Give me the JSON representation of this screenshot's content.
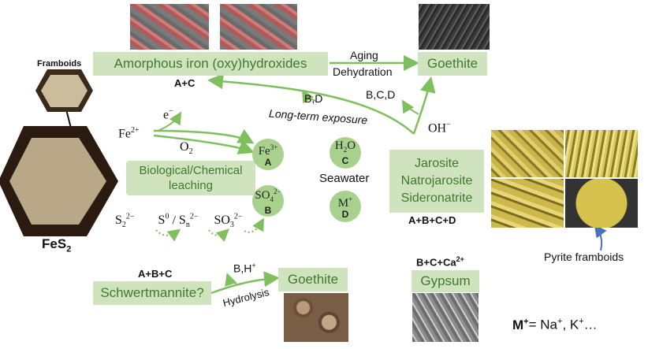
{
  "framboids_label": "Framboids",
  "fes2_label": "FeS",
  "fes2_sub": "2",
  "amorphous": {
    "label": "Amorphous iron (oxy)hydroxides",
    "tag": "A+C"
  },
  "aging": {
    "line1": "Aging",
    "line2": "Dehydration"
  },
  "goethite_top": {
    "label": "Goethite"
  },
  "bd_label": "B,D",
  "bcd_label": "B,C,D",
  "long_term": "Long-term exposure",
  "oh_label": "OH",
  "oh_sup": "−",
  "fe2_label": "Fe",
  "fe2_sup": "2+",
  "e_label": "e",
  "e_sup": "−",
  "o2_label": "O",
  "o2_sub": "2",
  "leaching": "Biological/Chemical leaching",
  "circles": {
    "A": {
      "sym": "Fe",
      "sup": "3+",
      "letter": "A"
    },
    "B": {
      "sym": "SO",
      "sub": "4",
      "sup": "2−",
      "letter": "B"
    },
    "C": {
      "sym": "H",
      "sub": "2",
      "sym2": "O",
      "letter": "C"
    },
    "D": {
      "sym": "M",
      "sup": "+",
      "letter": "D"
    }
  },
  "seawater": "Seawater",
  "jarosite": {
    "line1": "Jarosite",
    "line2": "Natrojarosite",
    "line3": "Sideronatrite",
    "tag": "A+B+C+D"
  },
  "sulfur_chain": {
    "s2": "S",
    "s2_sub": "2",
    "s2_sup": "2−",
    "s0": "S",
    "s0_sup": "0",
    "slash": "/",
    "sn": "S",
    "sn_sub": "n",
    "sn_sup": "2−",
    "so3": "SO",
    "so3_sub": "3",
    "so3_sup": "2−"
  },
  "schwertmannite": {
    "label": "Schwertmannite?",
    "tag": "A+B+C"
  },
  "bh_label": "B,H",
  "bh_sup": "+",
  "hydrolysis": "Hydrolysis",
  "goethite_bottom": {
    "label": "Goethite"
  },
  "gypsum": {
    "label": "Gypsum",
    "tag": "B+C+Ca",
    "tag_sup": "2+"
  },
  "pyrite_framboids": "Pyrite framboids",
  "mplus": {
    "m": "M",
    "msup": "+",
    "rest": "= Na",
    "na_sup": "+",
    "comma": ", K",
    "k_sup": "+",
    "ellipsis": "…"
  },
  "colors": {
    "box": "#cfe3bf",
    "box_text": "#3f7a2e",
    "arrow": "#7fbf5e",
    "circle": "#a9d18e",
    "blue_arrow": "#4472c4"
  }
}
